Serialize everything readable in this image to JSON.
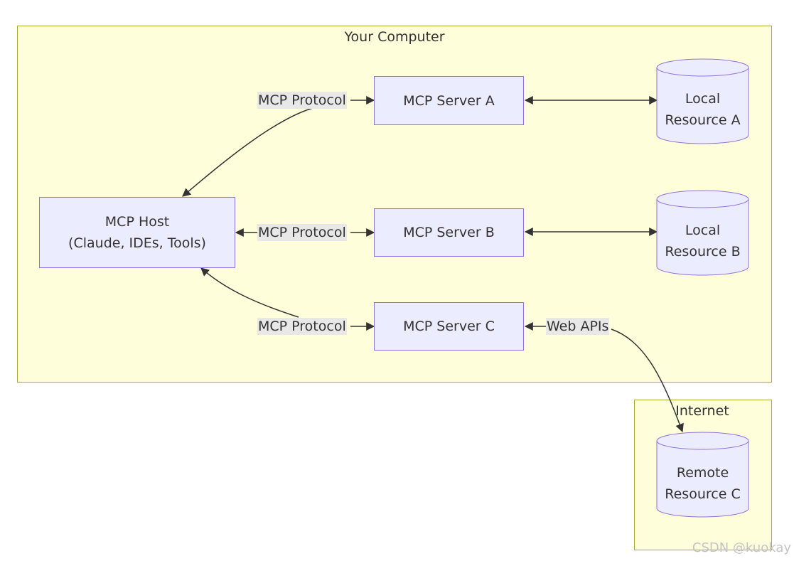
{
  "clusters": {
    "your_computer": "Your Computer",
    "internet": "Internet"
  },
  "nodes": {
    "host": {
      "line1": "MCP Host",
      "line2": "(Claude, IDEs, Tools)"
    },
    "server_a": "MCP Server A",
    "server_b": "MCP Server B",
    "server_c": "MCP Server C",
    "local_a": {
      "line1": "Local",
      "line2": "Resource A"
    },
    "local_b": {
      "line1": "Local",
      "line2": "Resource B"
    },
    "remote_c": {
      "line1": "Remote",
      "line2": "Resource C"
    }
  },
  "edge_labels": {
    "host_a": "MCP Protocol",
    "host_b": "MCP Protocol",
    "host_c": "MCP Protocol",
    "c_remote": "Web APIs"
  },
  "watermark": "CSDN @kuokay",
  "colors": {
    "cluster_fill": "#fffeda",
    "cluster_border": "#aaaa33",
    "node_fill": "#ececff",
    "node_border": "#9370db",
    "edge": "#333333",
    "label_bg": "#e8e8e8"
  }
}
